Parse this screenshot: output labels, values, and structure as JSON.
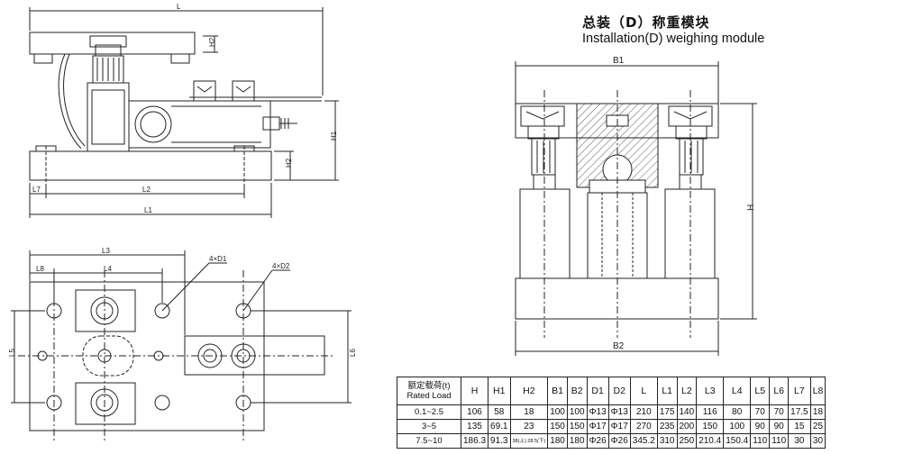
{
  "title": {
    "cn": "总装（D）称重模块",
    "en": "Installation(D) weighing module"
  },
  "labels": {
    "L": "L",
    "H2": "H2",
    "H1": "H1",
    "L7": "L7",
    "L2": "L2",
    "L1": "L1",
    "L3": "L3",
    "L4": "L4",
    "L8": "L8",
    "D1": "4×D1",
    "D2": "4×D2",
    "L5": "L5",
    "L6": "L6",
    "B1": "B1",
    "B2": "B2",
    "H": "H"
  },
  "table": {
    "header_cn": "额定载荷(t)",
    "header_en": "Rated Load",
    "columns": [
      "H",
      "H1",
      "H2",
      "B1",
      "B2",
      "D1",
      "D2",
      "L",
      "L1",
      "L2",
      "L3",
      "L4",
      "L5",
      "L6",
      "L7",
      "L8"
    ],
    "rows": [
      {
        "load": "0.1~2.5",
        "values": [
          "106",
          "58",
          "18",
          "100",
          "100",
          "Φ13",
          "Φ13",
          "210",
          "175",
          "140",
          "116",
          "80",
          "70",
          "70",
          "17.5",
          "18"
        ]
      },
      {
        "load": "3~5",
        "values": [
          "135",
          "69.1",
          "23",
          "150",
          "150",
          "Φ17",
          "Φ17",
          "270",
          "235",
          "200",
          "150",
          "100",
          "90",
          "90",
          "15",
          "25"
        ]
      },
      {
        "load": "7.5~10",
        "values": [
          "186.3",
          "91.3",
          "38(上) 28.5(下)",
          "180",
          "180",
          "Φ26",
          "Φ26",
          "345.2",
          "310",
          "250",
          "210.4",
          "150.4",
          "110",
          "110",
          "30",
          "30"
        ]
      }
    ]
  }
}
